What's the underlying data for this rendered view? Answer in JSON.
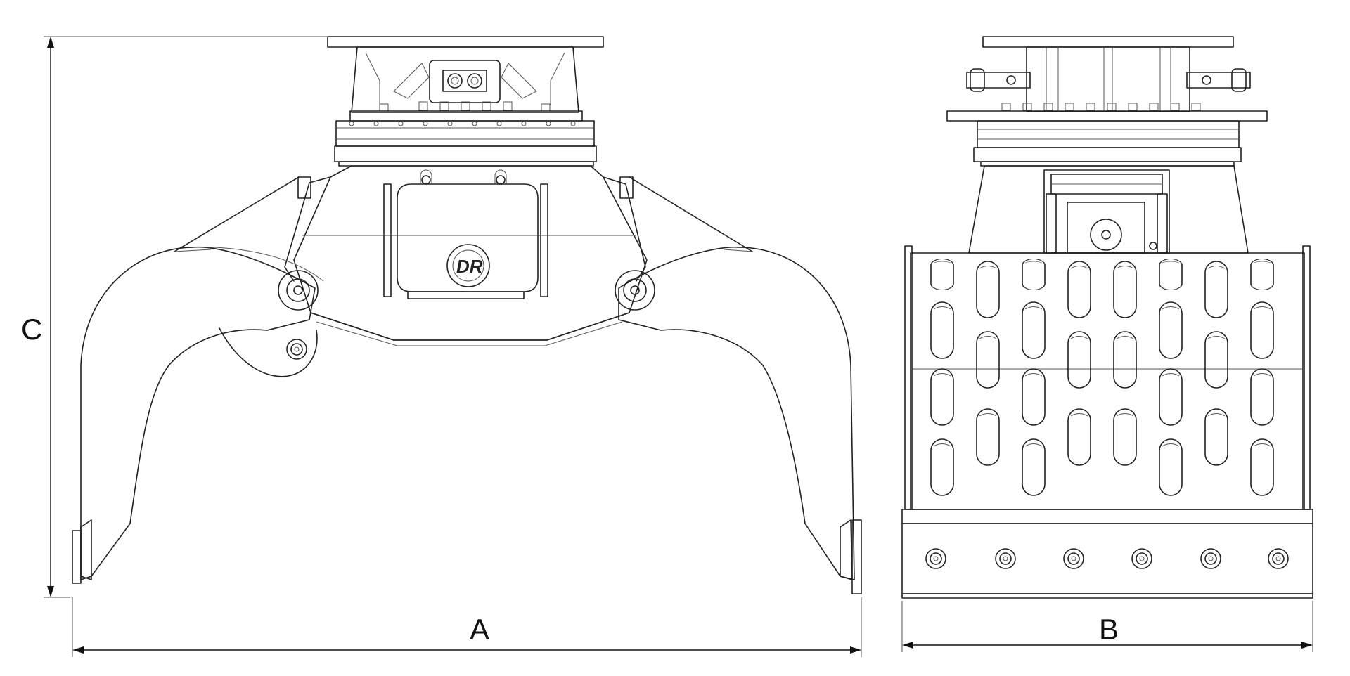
{
  "drawing": {
    "views": [
      "side-view",
      "front-view"
    ],
    "logo_text": "DR",
    "dimensions": {
      "width_open_label": "A",
      "width_front_label": "B",
      "height_label": "C"
    }
  }
}
